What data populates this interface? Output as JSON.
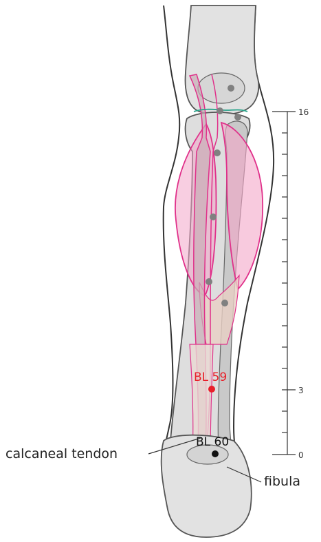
{
  "labels": {
    "calcaneal_tendon": "calcaneal tendon",
    "fibula": "fibula"
  },
  "points": {
    "bl59": {
      "name": "BL 59",
      "color": "#e8202a"
    },
    "bl60": {
      "name": "BL 60",
      "color": "#111111"
    }
  },
  "scale": {
    "top": "16",
    "mid": "3",
    "bottom": "0"
  },
  "colors": {
    "muscle_fill": "#f3a6c8",
    "muscle_outline": "#e0308a",
    "bone_fill": "#dcdcdc",
    "bone_outline": "#555555",
    "tendon_fill": "#e9cfc4",
    "marker": "#808080",
    "nerve": "#2aa38a"
  }
}
